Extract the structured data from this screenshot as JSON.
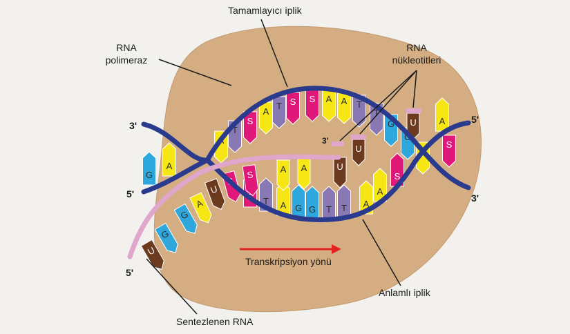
{
  "labels": {
    "complementary_strand": "Tamamlayıcı iplik",
    "rna_polymerase_line1": "RNA",
    "rna_polymerase_line2": "polimeraz",
    "rna_nucleotides_line1": "RNA",
    "rna_nucleotides_line2": "nükleotitleri",
    "transcription_direction": "Transkripsiyon yönü",
    "sense_strand": "Anlamlı iplik",
    "synthesized_rna": "Sentezlenen RNA"
  },
  "strand_ends": {
    "left_top": "3'",
    "left_bottom": "5'",
    "right_top": "5'",
    "right_bottom": "3'",
    "rna_tip": "3'",
    "rna_start": "5'"
  },
  "top_strand_bases": [
    "A",
    "T",
    "S",
    "A",
    "T",
    "S",
    "S",
    "A",
    "A",
    "T",
    "T",
    "G",
    "G",
    "A",
    "S"
  ],
  "rna_bases": [
    "U",
    "G",
    "G",
    "A",
    "U",
    "S",
    "S",
    "A",
    "A",
    "U"
  ],
  "bottom_strand_bases": [
    "G",
    "A",
    "S",
    "T",
    "A",
    "G",
    "G",
    "T",
    "T",
    "A",
    "A",
    "S",
    "A"
  ],
  "free_nucleotide_bases": [
    "U",
    "U"
  ],
  "colors": {
    "A": "#f5e614",
    "T": "#8878b4",
    "G": "#2ea7dc",
    "S": "#e0187a",
    "U": "#6b3a1f",
    "backbone": "#2a3a8c",
    "rna_backbone": "#e0a6cc",
    "enzyme": "#d4ad82",
    "arrow": "#e32222"
  }
}
